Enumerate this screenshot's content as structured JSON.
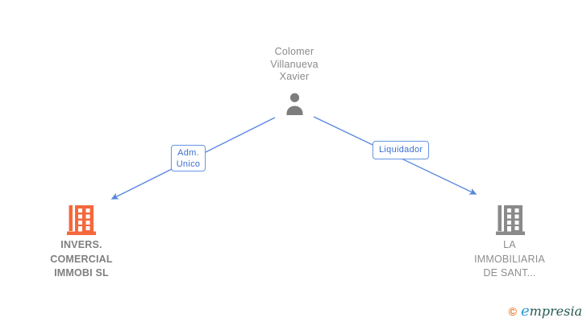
{
  "colors": {
    "edge": "#5586dd",
    "label_blue": "#3c6fd1",
    "highlight_orange": "#f4683c",
    "neutral_gray": "#8a8a8a",
    "person_gray": "#7d7d7d"
  },
  "diagram": {
    "person": {
      "name": "Colomer Villanueva Xavier",
      "icon": "person-icon",
      "icon_color": "#7d7d7d"
    },
    "edges": [
      {
        "label": "Adm. Unico",
        "from": "Colomer Villanueva Xavier",
        "to": "INVERS. COMERCIAL IMMOBI SL"
      },
      {
        "label": "Liquidador",
        "from": "Colomer Villanueva Xavier",
        "to": "LA IMMOBILIARIA DE SANT..."
      }
    ],
    "companies": [
      {
        "name": "INVERS. COMERCIAL IMMOBI SL",
        "icon": "building-icon",
        "icon_color": "#f4683c",
        "highlighted": true
      },
      {
        "name": "LA IMMOBILIARIA DE SANT...",
        "icon": "building-icon",
        "icon_color": "#8a8a8a",
        "highlighted": false
      }
    ]
  },
  "footer": {
    "copyright_symbol": "©",
    "brand_initial": "e",
    "brand_rest": "mpresia"
  }
}
